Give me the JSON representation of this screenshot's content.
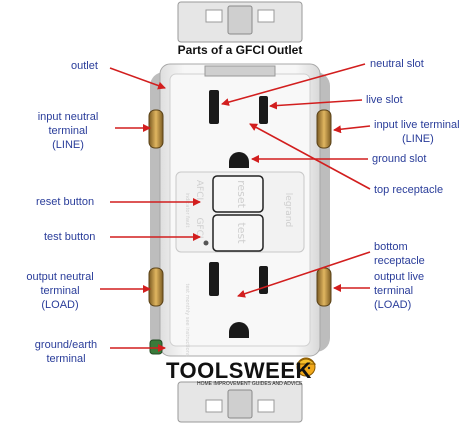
{
  "title": "Parts of a GFCI Outlet",
  "labels": {
    "outlet": "outlet",
    "input_neutral_terminal": [
      "input neutral",
      "terminal",
      "(LINE)"
    ],
    "reset_button": "reset button",
    "test_button": "test button",
    "output_neutral_terminal": [
      "output neutral",
      "terminal",
      "(LOAD)"
    ],
    "ground_earth_terminal": [
      "ground/earth",
      "terminal"
    ],
    "neutral_slot": "neutral slot",
    "live_slot": "live slot",
    "input_live_terminal": [
      "input live terminal",
      "(LINE)"
    ],
    "ground_slot": "ground slot",
    "top_receptacle": "top receptacle",
    "bottom_receptacle": [
      "bottom",
      "receptacle"
    ],
    "output_live_terminal": [
      "output live",
      "terminal",
      "(LOAD)"
    ]
  },
  "face_text": {
    "reset": "reset",
    "test": "test",
    "legrand": "legrand",
    "afci": "AFCI",
    "gfci": "GFCI",
    "side_small": "indicator fault",
    "bottom_small": "test monthly see instructions"
  },
  "brand": {
    "name": "TOOLSWEEK",
    "tagline": "HOME IMPROVEMENT GUIDES AND ADVICE"
  },
  "colors": {
    "arrow": "#d21e1e",
    "label_text": "#2a3d9a",
    "outlet_body": "#f4f4f4",
    "terminal_brass": "#b8893a",
    "strap_metal": "#d9d9d9"
  }
}
